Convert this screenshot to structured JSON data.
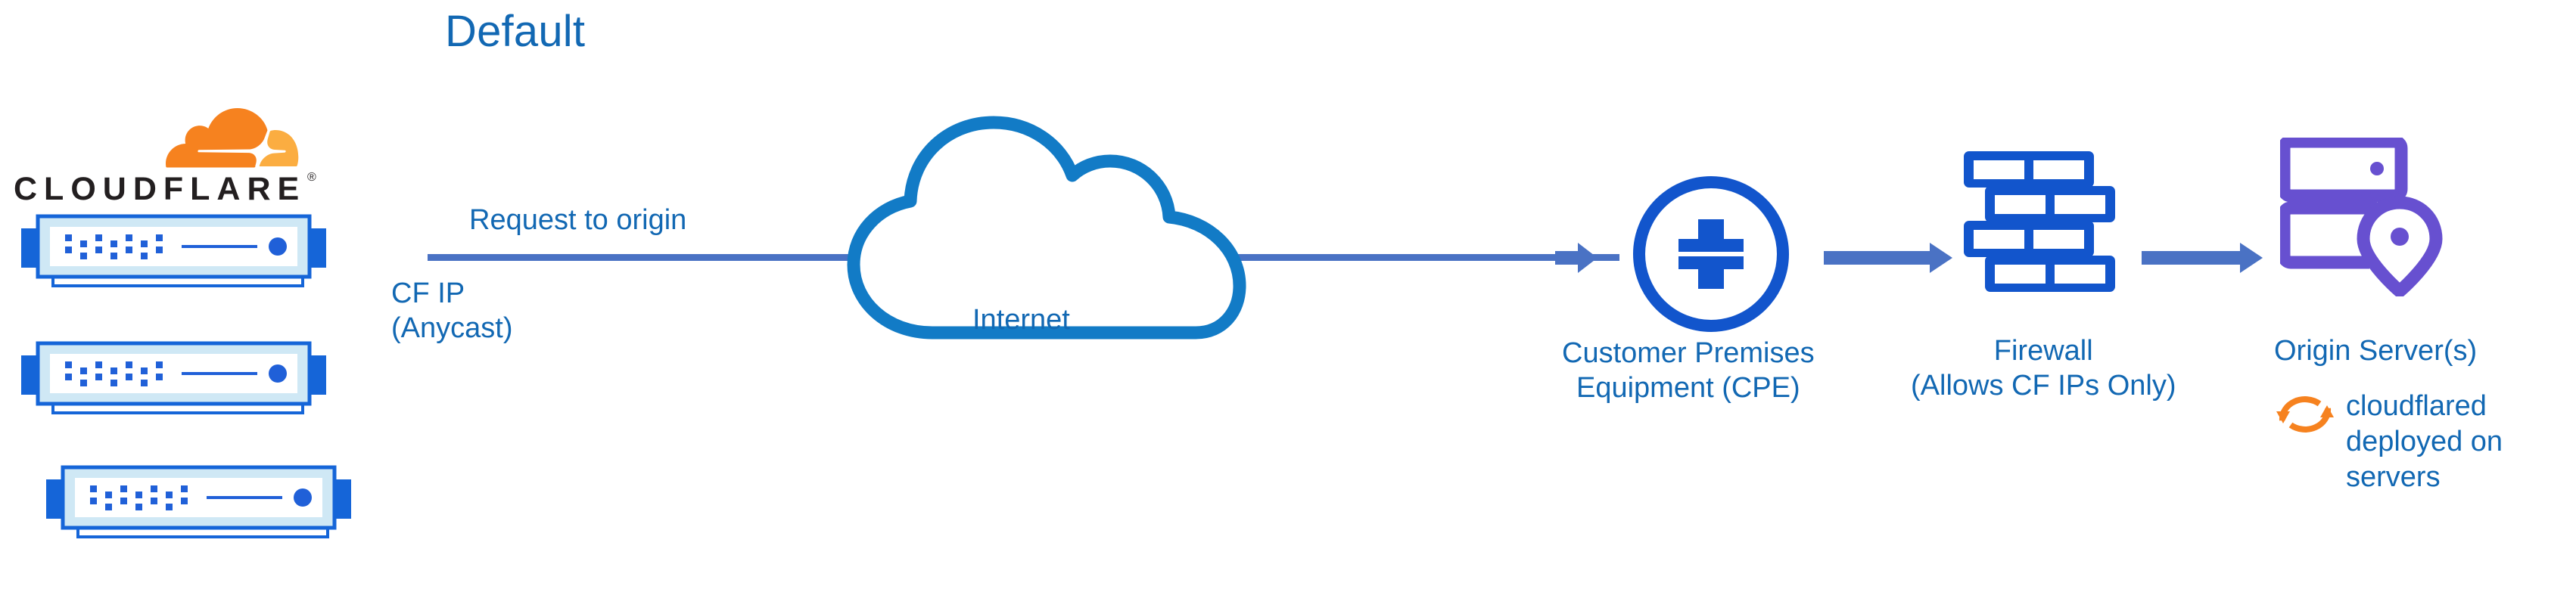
{
  "title": "Default",
  "colors": {
    "label_blue": "#1268b3",
    "arrow_blue": "#4a72c4",
    "cloud_blue": "#127bc6",
    "icon_blue": "#1255cc",
    "origin_purple": "#6750d0",
    "cf_orange": "#f6821f",
    "cf_orange_light": "#fbad41",
    "wordmark_black": "#231f20",
    "server_body": "#cfe8f5"
  },
  "brand": {
    "wordmark": "CLOUDFLARE",
    "registered_mark": "®",
    "logo_icon": "cloudflare-cloud-logo"
  },
  "edge_servers": [
    {
      "name": "edge-server-1"
    },
    {
      "name": "edge-server-2"
    },
    {
      "name": "edge-server-3"
    }
  ],
  "flow": {
    "request_label": "Request to origin",
    "source_label_line1": "CF IP",
    "source_label_line2": "(Anycast)"
  },
  "nodes": {
    "internet": {
      "label": "Internet",
      "icon": "cloud-icon"
    },
    "cpe": {
      "label_line1": "Customer Premises",
      "label_line2": "Equipment (CPE)",
      "icon": "router-icon"
    },
    "firewall": {
      "label_line1": "Firewall",
      "label_line2": "(Allows CF IPs Only)",
      "icon": "brick-wall-icon"
    },
    "origin": {
      "label": "Origin Server(s)",
      "icon": "server-rack-pin-icon"
    }
  },
  "annotation": {
    "cloudflared_line1": "cloudflared",
    "cloudflared_line2": "deployed on",
    "cloudflared_line3": "servers",
    "icon": "sync-arrows-icon"
  }
}
